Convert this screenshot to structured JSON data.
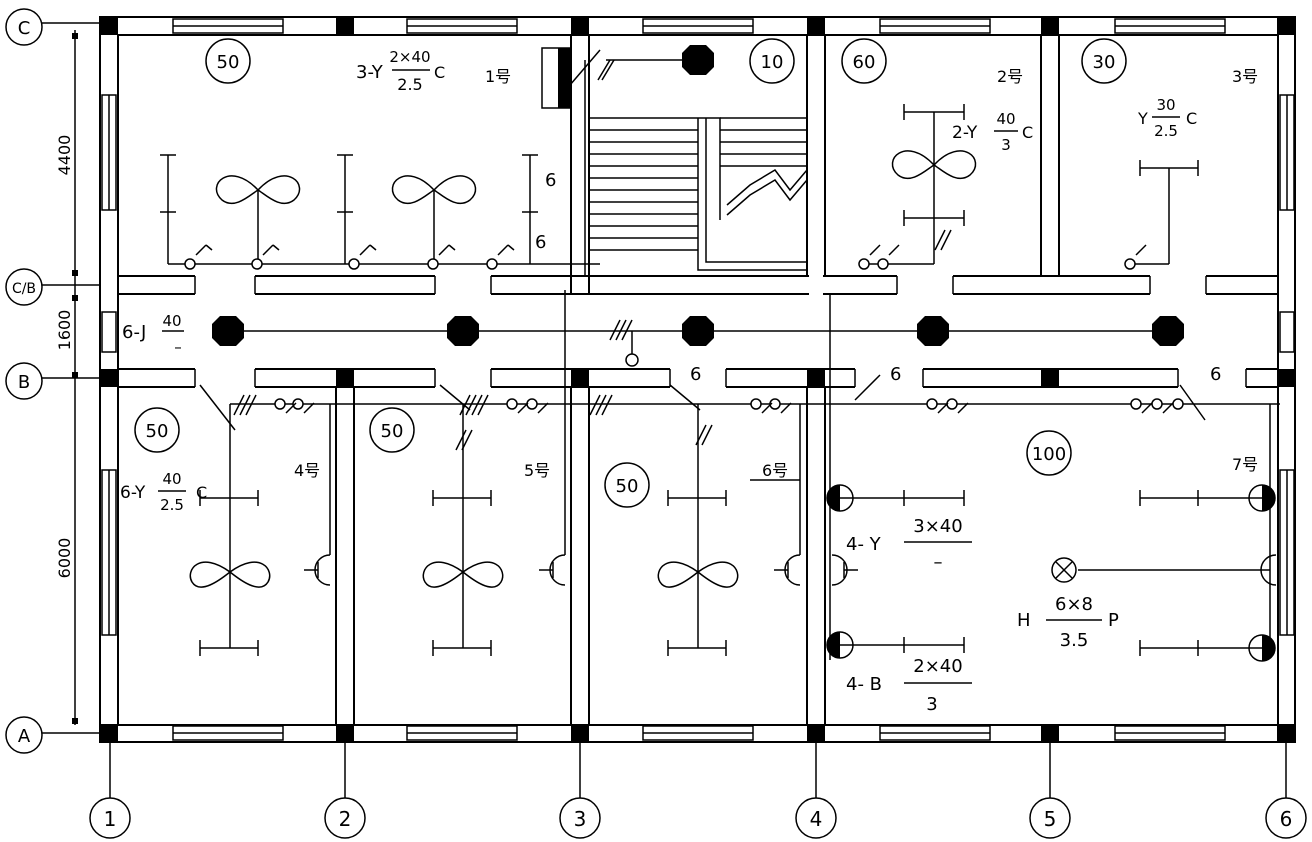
{
  "axes": {
    "rows": [
      "C",
      "C/B",
      "B",
      "A"
    ],
    "columns": [
      "1",
      "2",
      "3",
      "4",
      "5",
      "6"
    ]
  },
  "dimensions": [
    "4400",
    "1600",
    "6000"
  ],
  "rooms": [
    {
      "id": "r50a",
      "lux": "50"
    },
    {
      "id": "r10",
      "lux": "10"
    },
    {
      "id": "r60",
      "lux": "60"
    },
    {
      "id": "r30",
      "lux": "30"
    },
    {
      "id": "r50b",
      "lux": "50"
    },
    {
      "id": "r50c",
      "lux": "50"
    },
    {
      "id": "r50d",
      "lux": "50"
    },
    {
      "id": "r100",
      "lux": "100"
    }
  ],
  "panels": [
    "1号",
    "2号",
    "3号",
    "4号",
    "5号",
    "6号",
    "7号"
  ],
  "labels": {
    "top_left_lamp": {
      "prefix": "3-Y",
      "num": "2×40",
      "den": "2.5",
      "suffix": "C"
    },
    "r60_lamp": {
      "prefix": "2-Y",
      "num": "40",
      "den": "3",
      "suffix": "C"
    },
    "r30_lamp": {
      "prefix": "Y",
      "num": "30",
      "den": "2.5",
      "suffix": "C"
    },
    "corridor_lamp": {
      "prefix": "6-J",
      "num": "40",
      "den": "–"
    },
    "office_lamp": {
      "prefix": "6-Y",
      "num": "40",
      "den": "2.5",
      "suffix": "C"
    },
    "lab_y": {
      "prefix": "4- Y",
      "num": "3×40",
      "den": "–"
    },
    "lab_b": {
      "prefix": "4- B",
      "num": "2×40",
      "den": "3"
    },
    "lab_h": {
      "prefix": "H",
      "num": "6×8",
      "den": "3.5",
      "suffix": "P"
    },
    "six": "6"
  }
}
